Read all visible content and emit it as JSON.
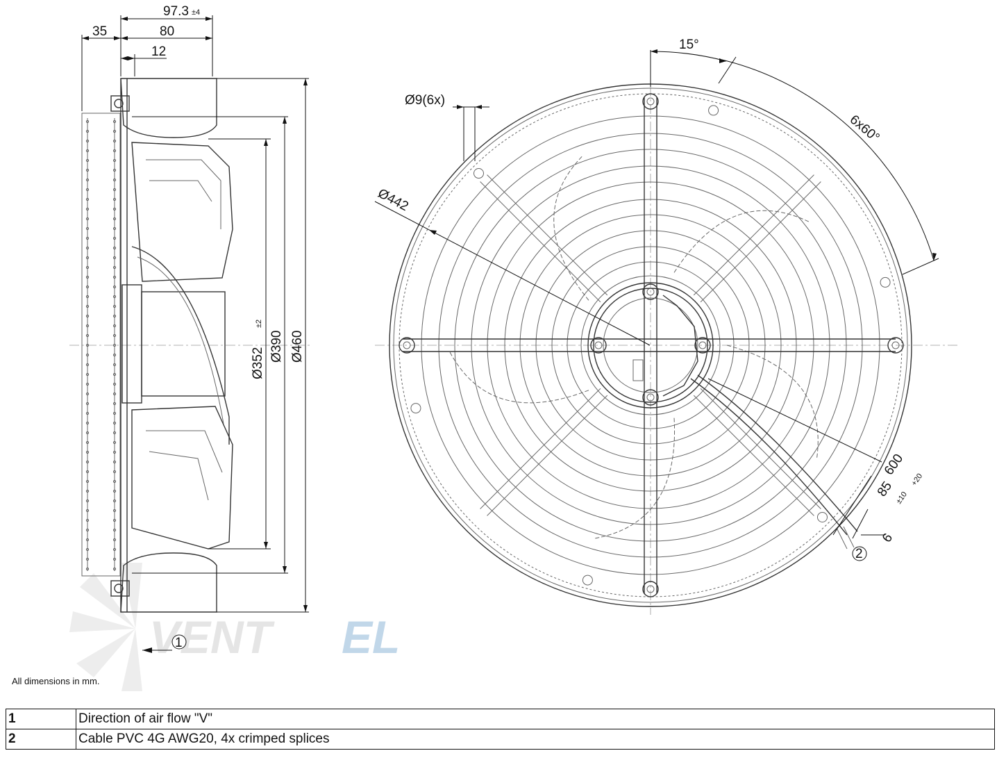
{
  "dimensions": {
    "depth_total": "97.3",
    "depth_total_tol": "±4",
    "offset_35": "35",
    "depth_80": "80",
    "depth_12": "12",
    "dia_352": "Ø352",
    "dia_352_tol": "±2",
    "dia_390": "Ø390",
    "dia_460": "Ø460",
    "hole_dia": "Ø9(6x)",
    "bolt_circle": "Ø442",
    "angle_15": "15°",
    "angle_6x60": "6x60°",
    "cable_600": "600",
    "cable_600_tol": "+20",
    "cable_85": "85",
    "cable_85_tol": "±10",
    "cable_6": "6"
  },
  "callouts": {
    "c1": "1",
    "c2": "2"
  },
  "watermark": "VENTEL",
  "note": "All dimensions in mm.",
  "legend": [
    {
      "num": "1",
      "text": "Direction of air flow \"V\""
    },
    {
      "num": "2",
      "text": "Cable PVC 4G AWG20, 4x crimped splices"
    }
  ],
  "colors": {
    "line": "#333333",
    "watermark_gray": "#d8d8d8",
    "watermark_blue": "#8fb6d8"
  }
}
